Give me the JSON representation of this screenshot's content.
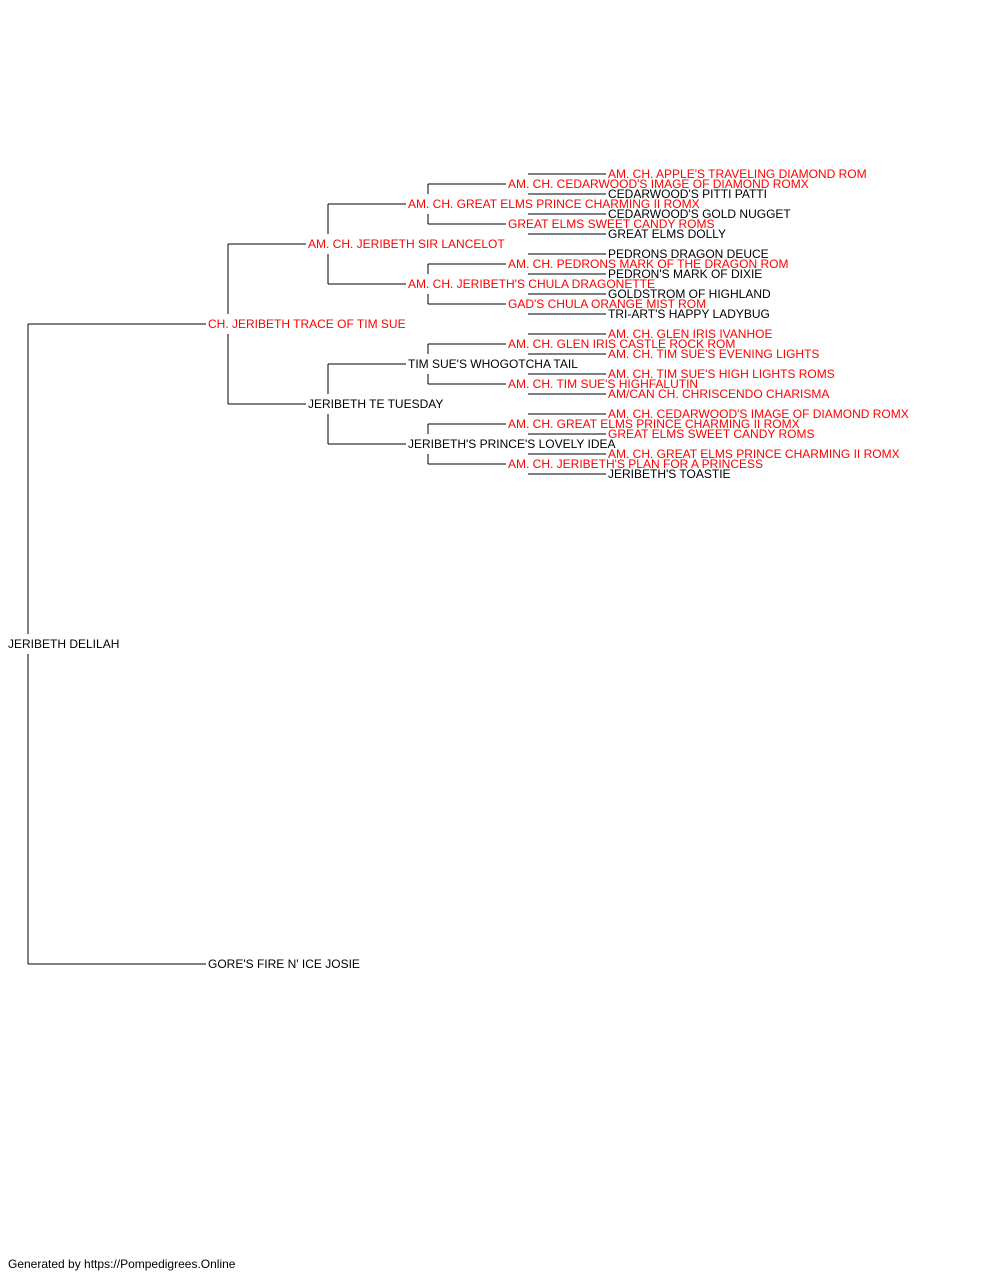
{
  "colors": {
    "champion": "#ff0000",
    "normal": "#000000",
    "line": "#000000"
  },
  "pedigree": {
    "name": "JERIBETH DELILAH",
    "champion": false,
    "sire": {
      "name": "CH. JERIBETH TRACE OF TIM SUE",
      "champion": true,
      "sire": {
        "name": "AM. CH. JERIBETH SIR LANCELOT",
        "champion": true,
        "sire": {
          "name": "AM. CH. GREAT ELMS PRINCE CHARMING II ROMX",
          "champion": true,
          "sire": {
            "name": "AM. CH. CEDARWOOD'S IMAGE OF DIAMOND ROMX",
            "champion": true,
            "sire": {
              "name": "AM. CH. APPLE'S TRAVELING DIAMOND ROM",
              "champion": true
            },
            "dam": {
              "name": "CEDARWOOD'S PITTI PATTI",
              "champion": false
            }
          },
          "dam": {
            "name": "GREAT ELMS SWEET CANDY ROMS",
            "champion": true,
            "sire": {
              "name": "CEDARWOOD'S GOLD NUGGET",
              "champion": false
            },
            "dam": {
              "name": "GREAT ELMS DOLLY",
              "champion": false
            }
          }
        },
        "dam": {
          "name": "AM. CH. JERIBETH'S CHULA DRAGONETTE",
          "champion": true,
          "sire": {
            "name": "AM. CH. PEDRONS MARK OF THE DRAGON ROM",
            "champion": true,
            "sire": {
              "name": "PEDRONS DRAGON DEUCE",
              "champion": false
            },
            "dam": {
              "name": "PEDRON'S MARK OF DIXIE",
              "champion": false
            }
          },
          "dam": {
            "name": "GAD'S CHULA ORANGE MIST ROM",
            "champion": true,
            "sire": {
              "name": "GOLDSTROM OF HIGHLAND",
              "champion": false
            },
            "dam": {
              "name": "TRI-ART'S HAPPY LADYBUG",
              "champion": false
            }
          }
        }
      },
      "dam": {
        "name": "JERIBETH TE TUESDAY",
        "champion": false,
        "sire": {
          "name": "TIM SUE'S WHOGOTCHA TAIL",
          "champion": false,
          "sire": {
            "name": "AM. CH. GLEN IRIS CASTLE ROCK ROM",
            "champion": true,
            "sire": {
              "name": "AM. CH. GLEN IRIS IVANHOE",
              "champion": true
            },
            "dam": {
              "name": "AM. CH. TIM SUE'S EVENING LIGHTS",
              "champion": true
            }
          },
          "dam": {
            "name": "AM. CH. TIM SUE'S HIGHFALUTIN",
            "champion": true,
            "sire": {
              "name": "AM. CH. TIM SUE'S HIGH LIGHTS ROMS",
              "champion": true
            },
            "dam": {
              "name": "AM/CAN CH. CHRISCENDO CHARISMA",
              "champion": true
            }
          }
        },
        "dam": {
          "name": "JERIBETH'S PRINCE'S LOVELY IDEA",
          "champion": false,
          "sire": {
            "name": "AM. CH. GREAT ELMS PRINCE CHARMING II ROMX",
            "champion": true,
            "sire": {
              "name": "AM. CH. CEDARWOOD'S IMAGE OF DIAMOND ROMX",
              "champion": true
            },
            "dam": {
              "name": "GREAT ELMS SWEET CANDY ROMS",
              "champion": true
            }
          },
          "dam": {
            "name": "AM. CH. JERIBETH'S PLAN FOR A PRINCESS",
            "champion": true,
            "sire": {
              "name": "AM. CH. GREAT ELMS PRINCE CHARMING II ROMX",
              "champion": true
            },
            "dam": {
              "name": "JERIBETH'S TOASTIE",
              "champion": false
            }
          }
        }
      }
    },
    "dam": {
      "name": "GORE'S FIRE N' ICE JOSIE",
      "champion": false
    }
  },
  "footer": {
    "text": "Generated by https://Pompedigrees.Online"
  }
}
